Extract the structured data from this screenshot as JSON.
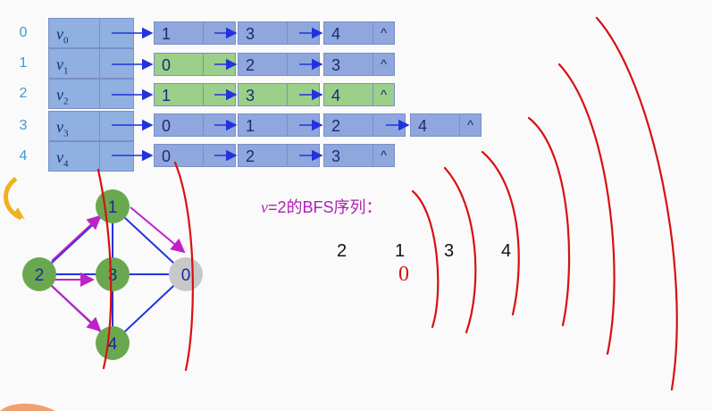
{
  "adjacency": {
    "rows": [
      {
        "index": "0",
        "vertex": "v",
        "sub": "0",
        "nodes": [
          {
            "value": "1",
            "color": "blue"
          },
          {
            "value": "3",
            "color": "blue"
          },
          {
            "value": "4",
            "color": "blue",
            "end": "^"
          }
        ]
      },
      {
        "index": "1",
        "vertex": "v",
        "sub": "1",
        "nodes": [
          {
            "value": "0",
            "color": "green"
          },
          {
            "value": "2",
            "color": "blue"
          },
          {
            "value": "3",
            "color": "blue",
            "end": "^"
          }
        ]
      },
      {
        "index": "2",
        "vertex": "v",
        "sub": "2",
        "nodes": [
          {
            "value": "1",
            "color": "green"
          },
          {
            "value": "3",
            "color": "green"
          },
          {
            "value": "4",
            "color": "green",
            "end": "^"
          }
        ]
      },
      {
        "index": "3",
        "vertex": "v",
        "sub": "3",
        "nodes": [
          {
            "value": "0",
            "color": "blue"
          },
          {
            "value": "1",
            "color": "blue"
          },
          {
            "value": "2",
            "color": "blue"
          },
          {
            "value": "4",
            "color": "blue",
            "end": "^"
          }
        ]
      },
      {
        "index": "4",
        "vertex": "v",
        "sub": "4",
        "nodes": [
          {
            "value": "0",
            "color": "blue"
          },
          {
            "value": "2",
            "color": "blue"
          },
          {
            "value": "3",
            "color": "blue",
            "end": "^"
          }
        ]
      }
    ]
  },
  "graph": {
    "vertices": [
      {
        "id": "1",
        "visited": true
      },
      {
        "id": "2",
        "visited": true
      },
      {
        "id": "3",
        "visited": true
      },
      {
        "id": "0",
        "visited": false
      },
      {
        "id": "4",
        "visited": true
      }
    ]
  },
  "bfs": {
    "label_v": "v",
    "label_rest": "=2的BFS序列：",
    "sequence": [
      "2",
      "1",
      "3",
      "4"
    ],
    "handwritten_mark": "0"
  },
  "colors": {
    "index": "#3a9bd5",
    "head": "#8fb0e0",
    "node_blue": "#8fa7dc",
    "node_green": "#9ccf8a",
    "arrow": "#2233dd",
    "bfs_arrow": "#c020c8",
    "vertex_green": "#6aa84f",
    "vertex_gray": "#c8c8c8",
    "ink_red": "#d81010",
    "label": "#b020b8"
  }
}
